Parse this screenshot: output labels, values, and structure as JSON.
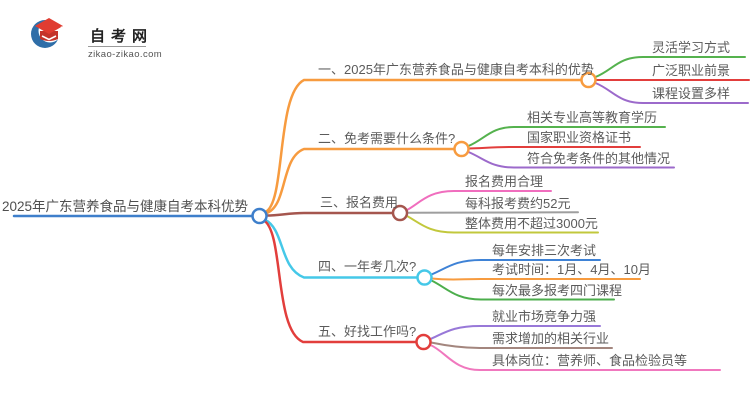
{
  "logo": {
    "site_name": "自考网",
    "site_domain": "zikao-zikao.com"
  },
  "palette": {
    "brand_blue": "#2F6EA8",
    "brand_red": "#E03C31",
    "brand_red_dark": "#C4342B",
    "root_blue": "#3E7FCB",
    "orange": "#F79B3F",
    "maroon": "#A5564E",
    "cyan": "#45C8E8",
    "red": "#E23E3C",
    "green": "#55B24E",
    "purple": "#9C6ACB",
    "pink": "#F06EBE",
    "gray": "#9E9E9E",
    "olive": "#C2C83C",
    "blue": "#3E82D6",
    "green2": "#4CAE4C",
    "violet": "#9878D8",
    "taupe": "#A3867E",
    "pink2": "#F078BE",
    "white": "#FFFFFF"
  },
  "mindmap": {
    "root": {
      "label": "2025年广东营养食品与健康自考本科优势"
    },
    "branches": [
      {
        "label": "一、2025年广东营养食品与健康自考本科的优势",
        "children": [
          "灵活学习方式",
          "广泛职业前景",
          "课程设置多样"
        ]
      },
      {
        "label": "二、免考需要什么条件?",
        "children": [
          "相关专业高等教育学历",
          "国家职业资格证书",
          "符合免考条件的其他情况"
        ]
      },
      {
        "label": "三、报名费用",
        "children": [
          "报名费用合理",
          "每科报考费约52元",
          "整体费用不超过3000元"
        ]
      },
      {
        "label": "四、一年考几次?",
        "children": [
          "每年安排三次考试",
          "考试时间：1月、4月、10月",
          "每次最多报考四门课程"
        ]
      },
      {
        "label": "五、好找工作吗?",
        "children": [
          "就业市场竞争力强",
          "需求增加的相关行业",
          "具体岗位：营养师、食品检验员等"
        ]
      }
    ]
  }
}
